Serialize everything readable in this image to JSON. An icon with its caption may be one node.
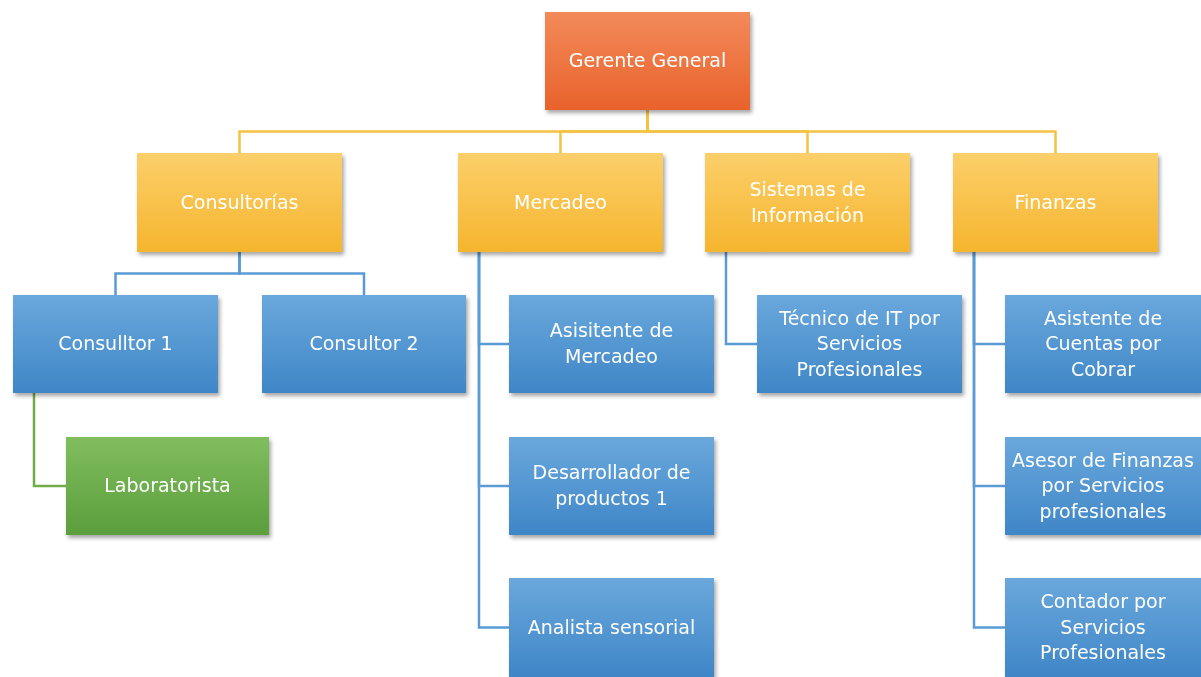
{
  "diagram": {
    "nodes": [
      {
        "text": [
          "Gerente General"
        ]
      },
      {
        "text": [
          "Consultorías"
        ]
      },
      {
        "text": [
          "Mercadeo"
        ]
      },
      {
        "text": [
          "Sistemas de Información"
        ]
      },
      {
        "text": [
          "Finanzas"
        ]
      },
      {
        "text": [
          "Consulltor 1"
        ]
      },
      {
        "text": [
          "Consultor 2"
        ]
      },
      {
        "text": [
          "Laboratorista"
        ]
      },
      {
        "text": [
          "Asisitente de Mercadeo"
        ]
      },
      {
        "text": [
          "Desarrollador de productos 1"
        ]
      },
      {
        "text": [
          "Analista sensorial"
        ]
      },
      {
        "text": [
          "Técnico de IT por Servicios Profesionales"
        ]
      },
      {
        "text": [
          "Asistente de Cuentas por Cobrar"
        ]
      },
      {
        "text": [
          "Asesor de Finanzas por Servicios profesionales"
        ]
      },
      {
        "text": [
          "Contador por Servicios Profesionales"
        ]
      }
    ],
    "edges": [
      {
        "from": 0,
        "to": 1,
        "arrow": "none",
        "color": "#f5c242"
      },
      {
        "from": 0,
        "to": 2,
        "arrow": "none",
        "color": "#f5c242"
      },
      {
        "from": 0,
        "to": 3,
        "arrow": "none",
        "color": "#f5c242"
      },
      {
        "from": 0,
        "to": 4,
        "arrow": "none",
        "color": "#f5c242"
      },
      {
        "from": 1,
        "to": 5,
        "arrow": "none"
      },
      {
        "from": 1,
        "to": 6,
        "arrow": "none"
      },
      {
        "from": 5,
        "to": 7,
        "arrow": "none",
        "color": "#70ad47"
      },
      {
        "from": 2,
        "to": 8,
        "arrow": "none"
      },
      {
        "from": 2,
        "to": 9,
        "arrow": "none"
      },
      {
        "from": 2,
        "to": 10,
        "arrow": "none"
      },
      {
        "from": 3,
        "to": 11,
        "arrow": "none"
      },
      {
        "from": 4,
        "to": 12,
        "arrow": "none"
      },
      {
        "from": 4,
        "to": 13,
        "arrow": "none"
      },
      {
        "from": 4,
        "to": 14,
        "arrow": "none"
      }
    ]
  }
}
